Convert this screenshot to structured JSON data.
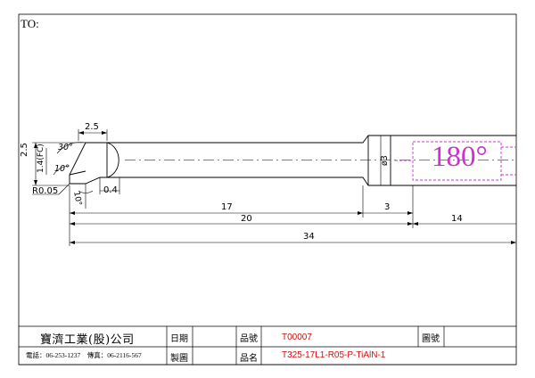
{
  "sheet": {
    "to_label": "TO:"
  },
  "drawing": {
    "dimensions": {
      "length_2_5": "2.5",
      "height_2_5": "2.5",
      "chamfer_1_4": "1.4(FC)",
      "angle_30": "30°",
      "angle_10_top": "10°",
      "angle_10_bottom": "10°",
      "radius": "R0.05",
      "tip_0_4": "0.4",
      "length_17": "17",
      "length_3": "3",
      "length_20": "20",
      "length_14": "14",
      "length_34": "34",
      "diameter": "ø3"
    },
    "rotation_mark": "180°",
    "colors": {
      "line": "#000000",
      "rotation_box": "#cc33cc"
    }
  },
  "title_block": {
    "company": "寶濟工業(股)公司",
    "contact": "電話：06-253-1237　傳真：06-2116-567",
    "date_label": "日期",
    "drawn_label": "製圖",
    "part_no_label": "品號",
    "part_no_value": "T00007",
    "part_name_label": "品名",
    "part_name_value": "T325-17L1-R05-P-TiAlN-1",
    "drawing_no_label": "圖號",
    "accent_color": "#d01010"
  }
}
